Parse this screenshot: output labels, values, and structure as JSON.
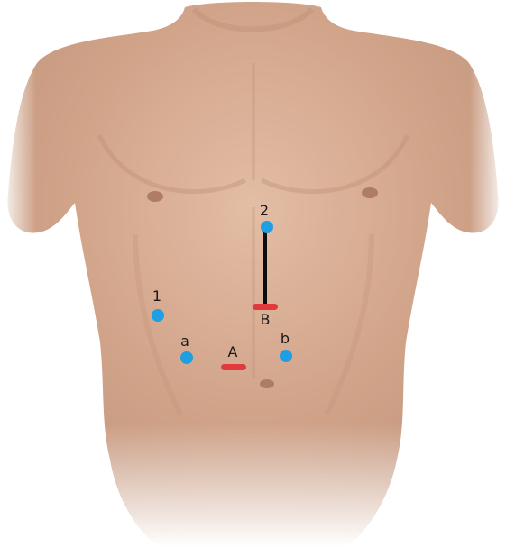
{
  "colors": {
    "skin": "#d2a58b",
    "skin_light": "#e3bda5",
    "skin_shadow": "#b98a70",
    "port_dot": "#1e9ee3",
    "incision": "#e2393c",
    "connector": "#0d0d0d",
    "label": "#1a1a1a"
  },
  "markers": [
    {
      "id": "1",
      "label": "1",
      "kind": "port-dot"
    },
    {
      "id": "2",
      "label": "2",
      "kind": "port-dot"
    },
    {
      "id": "a",
      "label": "a",
      "kind": "port-dot"
    },
    {
      "id": "b",
      "label": "b",
      "kind": "port-dot"
    },
    {
      "id": "A",
      "label": "A",
      "kind": "incision-bar"
    },
    {
      "id": "B",
      "label": "B",
      "kind": "incision-bar"
    }
  ]
}
